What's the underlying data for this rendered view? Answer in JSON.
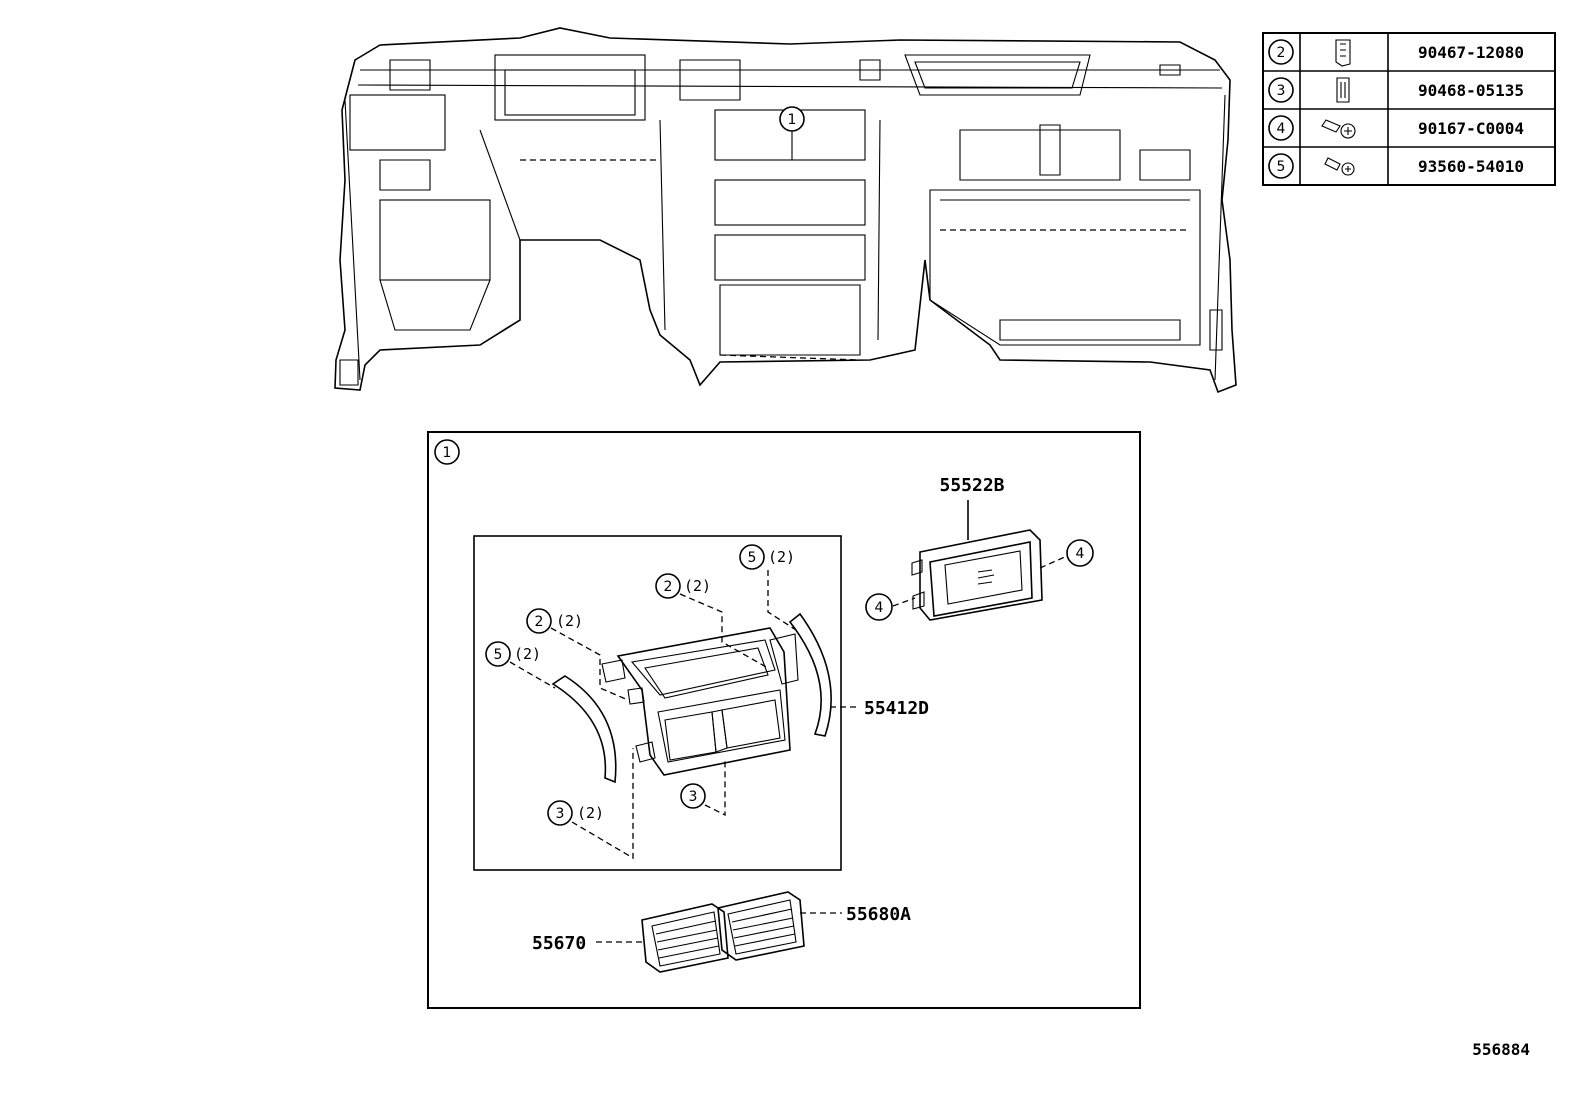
{
  "fastener_table": [
    {
      "ref": "2",
      "icon": "clip-icon",
      "part": "90467-12080"
    },
    {
      "ref": "3",
      "icon": "clip-icon",
      "part": "90468-05135"
    },
    {
      "ref": "4",
      "icon": "screw-icon",
      "part": "90167-C0004"
    },
    {
      "ref": "5",
      "icon": "screw-icon",
      "part": "93560-54010"
    }
  ],
  "overview": {
    "callout": "1"
  },
  "detail": {
    "panel_ref": "1",
    "parts": {
      "box": "55522B",
      "register_panel": "55412D",
      "left_vent": "55670",
      "right_vent": "55680A"
    },
    "callouts": {
      "c5_top": {
        "ref": "5",
        "qty": "(2)"
      },
      "c2_top": {
        "ref": "2",
        "qty": "(2)"
      },
      "c2_left": {
        "ref": "2",
        "qty": "(2)"
      },
      "c5_left": {
        "ref": "5",
        "qty": "(2)"
      },
      "c3_left": {
        "ref": "3",
        "qty": "(2)"
      },
      "c3_mid": {
        "ref": "3"
      },
      "c4_right": {
        "ref": "4"
      },
      "c4_left": {
        "ref": "4"
      }
    }
  },
  "figure_id": "556884"
}
